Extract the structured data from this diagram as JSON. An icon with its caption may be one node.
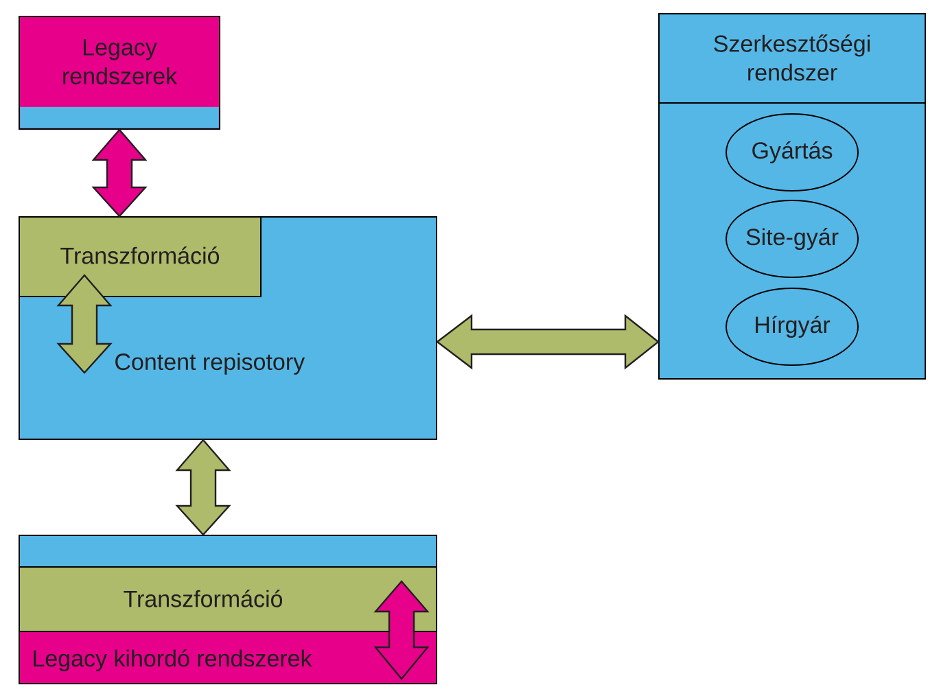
{
  "diagram": {
    "nodes": [
      {
        "text": [
          "Legacy rendszerek"
        ]
      },
      {
        "text": [
          "Content repisotory"
        ]
      },
      {
        "text": [
          "Transzformáció"
        ],
        "in": 1
      },
      {
        "text": [
          "Szerkesztőségi rendszer"
        ]
      },
      {
        "text": [
          "Gyártás"
        ],
        "in": 3
      },
      {
        "text": [
          "Site-gyár"
        ],
        "in": 3
      },
      {
        "text": [
          "Hírgyár"
        ],
        "in": 3
      },
      {
        "text": [],
        "shape": "box"
      },
      {
        "text": [
          "Transzformáció"
        ]
      },
      {
        "text": [
          "Legacy kihordó rendszerek"
        ]
      }
    ],
    "edges": [
      {
        "from": 0,
        "to": 2,
        "arrow": "both",
        "color": "#e6008a"
      },
      {
        "from": 2,
        "to": 1,
        "arrow": "both"
      },
      {
        "from": 1,
        "to": 3,
        "arrow": "both"
      },
      {
        "from": 1,
        "to": 7,
        "arrow": "both"
      },
      {
        "from": 8,
        "to": 9,
        "arrow": "both",
        "color": "#e6008a"
      }
    ]
  }
}
